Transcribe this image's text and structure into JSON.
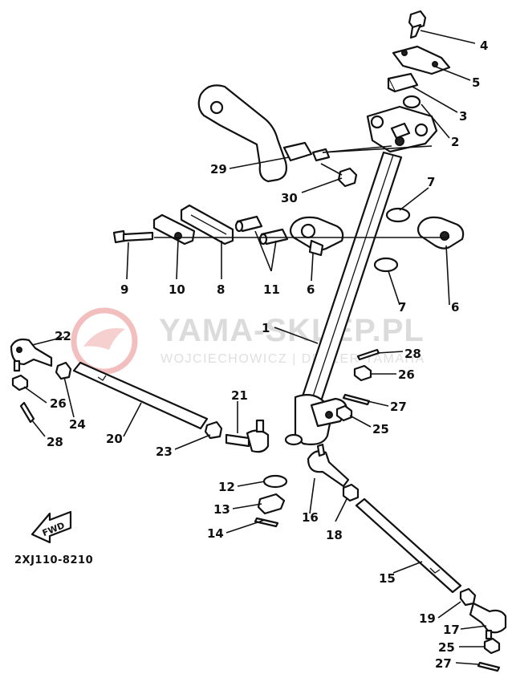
{
  "watermark": {
    "title": "YAMA-SKLEP.PL",
    "subtitle": "WOJCIECHOWICZ | DEALER YAMAHA"
  },
  "diagram_code": "2XJ110-8210",
  "fwd_label": "FWD",
  "parts": [
    {
      "ref": "1",
      "label": "1"
    },
    {
      "ref": "2",
      "label": "2"
    },
    {
      "ref": "3",
      "label": "3"
    },
    {
      "ref": "4",
      "label": "4"
    },
    {
      "ref": "5",
      "label": "5"
    },
    {
      "ref": "6a",
      "label": "6"
    },
    {
      "ref": "6b",
      "label": "6"
    },
    {
      "ref": "7a",
      "label": "7"
    },
    {
      "ref": "7b",
      "label": "7"
    },
    {
      "ref": "8",
      "label": "8"
    },
    {
      "ref": "9",
      "label": "9"
    },
    {
      "ref": "10",
      "label": "10"
    },
    {
      "ref": "11",
      "label": "11"
    },
    {
      "ref": "12",
      "label": "12"
    },
    {
      "ref": "13",
      "label": "13"
    },
    {
      "ref": "14",
      "label": "14"
    },
    {
      "ref": "15",
      "label": "15"
    },
    {
      "ref": "16",
      "label": "16"
    },
    {
      "ref": "17",
      "label": "17"
    },
    {
      "ref": "18",
      "label": "18"
    },
    {
      "ref": "19",
      "label": "19"
    },
    {
      "ref": "20",
      "label": "20"
    },
    {
      "ref": "21",
      "label": "21"
    },
    {
      "ref": "22",
      "label": "22"
    },
    {
      "ref": "23",
      "label": "23"
    },
    {
      "ref": "24",
      "label": "24"
    },
    {
      "ref": "25a",
      "label": "25"
    },
    {
      "ref": "25b",
      "label": "25"
    },
    {
      "ref": "26a",
      "label": "26"
    },
    {
      "ref": "26b",
      "label": "26"
    },
    {
      "ref": "27a",
      "label": "27"
    },
    {
      "ref": "27b",
      "label": "27"
    },
    {
      "ref": "28a",
      "label": "28"
    },
    {
      "ref": "28b",
      "label": "28"
    },
    {
      "ref": "29",
      "label": "29"
    },
    {
      "ref": "30",
      "label": "30"
    }
  ]
}
